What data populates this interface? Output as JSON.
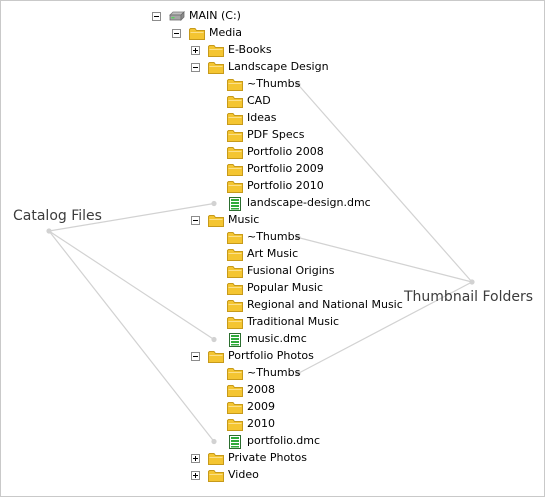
{
  "tree": [
    {
      "label": "MAIN (C:)",
      "type": "drive",
      "toggle": "minus",
      "depth": 0
    },
    {
      "label": "Media",
      "type": "folder",
      "toggle": "minus",
      "depth": 1
    },
    {
      "label": "E-Books",
      "type": "folder",
      "toggle": "plus",
      "depth": 2
    },
    {
      "label": "Landscape Design",
      "type": "folder",
      "toggle": "minus",
      "depth": 2
    },
    {
      "label": "~Thumbs",
      "type": "folder",
      "toggle": null,
      "depth": 3
    },
    {
      "label": "CAD",
      "type": "folder",
      "toggle": null,
      "depth": 3
    },
    {
      "label": "Ideas",
      "type": "folder",
      "toggle": null,
      "depth": 3
    },
    {
      "label": "PDF Specs",
      "type": "folder",
      "toggle": null,
      "depth": 3
    },
    {
      "label": "Portfolio 2008",
      "type": "folder",
      "toggle": null,
      "depth": 3
    },
    {
      "label": "Portfolio 2009",
      "type": "folder",
      "toggle": null,
      "depth": 3
    },
    {
      "label": "Portfolio 2010",
      "type": "folder",
      "toggle": null,
      "depth": 3
    },
    {
      "label": "landscape-design.dmc",
      "type": "catalog",
      "toggle": null,
      "depth": 3
    },
    {
      "label": "Music",
      "type": "folder",
      "toggle": "minus",
      "depth": 2
    },
    {
      "label": "~Thumbs",
      "type": "folder",
      "toggle": null,
      "depth": 3
    },
    {
      "label": "Art Music",
      "type": "folder",
      "toggle": null,
      "depth": 3
    },
    {
      "label": "Fusional Origins",
      "type": "folder",
      "toggle": null,
      "depth": 3
    },
    {
      "label": "Popular Music",
      "type": "folder",
      "toggle": null,
      "depth": 3
    },
    {
      "label": "Regional and National Music",
      "type": "folder",
      "toggle": null,
      "depth": 3
    },
    {
      "label": "Traditional Music",
      "type": "folder",
      "toggle": null,
      "depth": 3
    },
    {
      "label": "music.dmc",
      "type": "catalog",
      "toggle": null,
      "depth": 3
    },
    {
      "label": "Portfolio Photos",
      "type": "folder",
      "toggle": "minus",
      "depth": 2
    },
    {
      "label": "~Thumbs",
      "type": "folder",
      "toggle": null,
      "depth": 3
    },
    {
      "label": "2008",
      "type": "folder",
      "toggle": null,
      "depth": 3
    },
    {
      "label": "2009",
      "type": "folder",
      "toggle": null,
      "depth": 3
    },
    {
      "label": "2010",
      "type": "folder",
      "toggle": null,
      "depth": 3
    },
    {
      "label": "portfolio.dmc",
      "type": "catalog",
      "toggle": null,
      "depth": 3
    },
    {
      "label": "Private Photos",
      "type": "folder",
      "toggle": "plus",
      "depth": 2
    },
    {
      "label": "Video",
      "type": "folder",
      "toggle": "plus",
      "depth": 2
    }
  ],
  "callouts": {
    "catalog_files": "Catalog Files",
    "thumbnail_folders": "Thumbnail Folders"
  },
  "colors": {
    "folder": "#f4c531",
    "folder_outline": "#c79a1a",
    "catalog_green": "#2faa3a",
    "leader_line": "#d2d2d2"
  }
}
